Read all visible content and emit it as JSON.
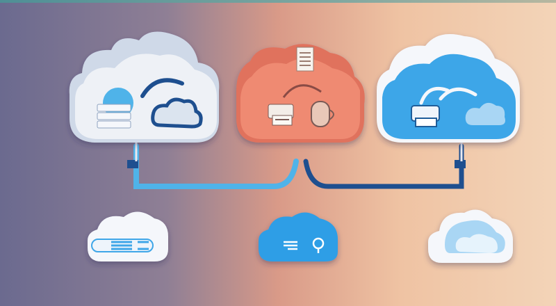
{
  "scene": {
    "colors": {
      "cloud_left": "#eef1f6",
      "cloud_center": "#ef8a72",
      "cloud_right": "#3ea6e8",
      "line_blue": "#4fb3e9",
      "line_navy": "#1e4f8f",
      "small_cloud_left": "#f5f7fb",
      "small_cloud_center": "#2f9ee6",
      "small_cloud_right": "#f5f7fb"
    },
    "clouds": [
      {
        "name": "left-cloud",
        "icons": [
          "server-stack-icon",
          "arc-icon",
          "cloud-icon"
        ]
      },
      {
        "name": "center-cloud",
        "icons": [
          "document-icon",
          "printer-icon",
          "drum-icon",
          "arc-icon"
        ]
      },
      {
        "name": "right-cloud",
        "icons": [
          "printer-icon",
          "double-arc-icon",
          "cloud-icon"
        ]
      }
    ],
    "bottom_clouds": [
      {
        "name": "bottom-left-cloud",
        "icons": [
          "pill-icon",
          "bars-icon"
        ]
      },
      {
        "name": "bottom-center-cloud",
        "icons": [
          "list-icon",
          "bulb-icon"
        ]
      },
      {
        "name": "bottom-right-cloud",
        "icons": [
          "cloud-icon"
        ]
      }
    ]
  }
}
